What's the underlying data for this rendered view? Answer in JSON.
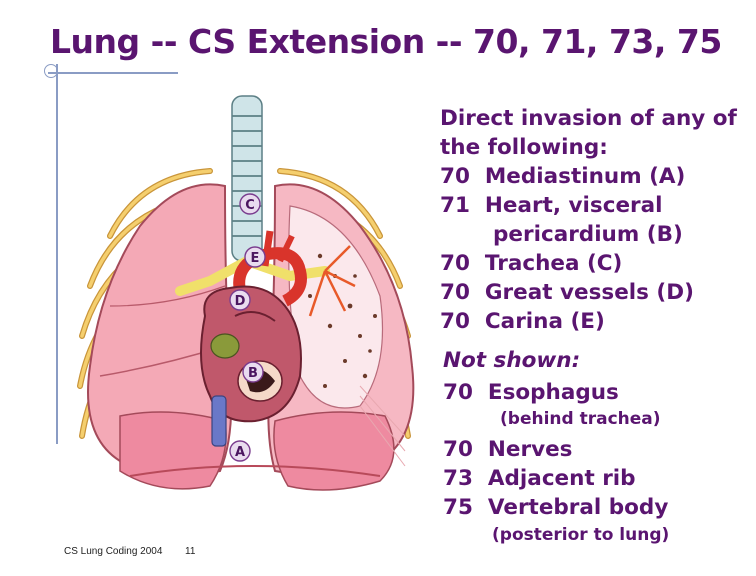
{
  "title": "Lung -- CS Extension -- 70, 71, 73, 75",
  "labels": {
    "c": "C",
    "e": "E",
    "d": "D",
    "b": "B",
    "a": "A"
  },
  "content": {
    "heading_line1": "Direct invasion of any of",
    "heading_line2": "the following:",
    "items": [
      {
        "code": "70",
        "text": "Mediastinum (A)"
      },
      {
        "code": "71",
        "text": "Heart, visceral"
      },
      {
        "code": "",
        "text": "pericardium (B)"
      },
      {
        "code": "70",
        "text": "Trachea (C)"
      },
      {
        "code": "70",
        "text": "Great vessels  (D)"
      },
      {
        "code": "70",
        "text": "Carina  (E)"
      }
    ],
    "not_shown_heading": "Not shown:",
    "not_shown": [
      {
        "code": "70",
        "text": "Esophagus"
      },
      {
        "code": "",
        "text": "(behind trachea)"
      },
      {
        "code": "70",
        "text": "Nerves"
      },
      {
        "code": "73",
        "text": "Adjacent rib"
      },
      {
        "code": "75",
        "text": "Vertebral body"
      },
      {
        "code": "",
        "text": "(posterior to lung)"
      }
    ]
  },
  "footer": {
    "left": "CS Lung Coding 2004",
    "page": "11"
  },
  "colors": {
    "title": "#5a1570",
    "accent_rule": "#8a9cc4"
  }
}
